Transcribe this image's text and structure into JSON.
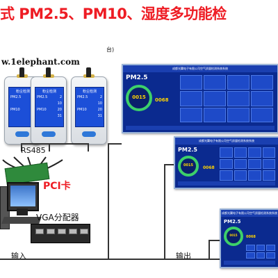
{
  "title": "式 PM2.5、PM10、湿度多功能检",
  "watermark": "w.1elephant.com",
  "small_note": "台)",
  "devices": [
    {
      "screen_title": "粉尘检测",
      "rows": [
        [
          "PM2.5",
          "2"
        ],
        [
          "",
          "10"
        ],
        [
          "PM10",
          "20"
        ],
        [
          "",
          "31"
        ]
      ]
    },
    {
      "screen_title": "粉尘检测",
      "rows": [
        [
          "PM2.5",
          "2"
        ],
        [
          "",
          "10"
        ],
        [
          "PM10",
          "20"
        ],
        [
          "",
          "31"
        ]
      ]
    },
    {
      "screen_title": "粉尘检测",
      "rows": [
        [
          "PM2.5",
          "2"
        ],
        [
          "",
          "10"
        ],
        [
          "PM10",
          "20"
        ],
        [
          "",
          "31"
        ]
      ]
    }
  ],
  "labels": {
    "rs485": "RS485",
    "pci": "PCI卡",
    "vga": "VGA分配器",
    "input": "输入",
    "output": "输出"
  },
  "dashboards": [
    {
      "header": "成都光翼电子有限公司空气质量检测系统系统",
      "pm_label": "PM2.5",
      "ring_value": "0015",
      "value2": "0068"
    },
    {
      "header": "成都光翼电子有限公司空气质量检测系统系统",
      "pm_label": "PM2.5",
      "ring_value": "0015",
      "value2": "0068"
    },
    {
      "header": "成都光翼电子有限公司空气质量检测系统系统",
      "pm_label": "PM2.5",
      "ring_value": "0015",
      "value2": "0068"
    }
  ],
  "colors": {
    "title_red": "#ee1c24",
    "device_screen_blue": "#1c4fd8",
    "dashboard_blue": "#0b2a8f",
    "ring_green": "#3dd06a",
    "value_yellow": "#ffd400"
  }
}
